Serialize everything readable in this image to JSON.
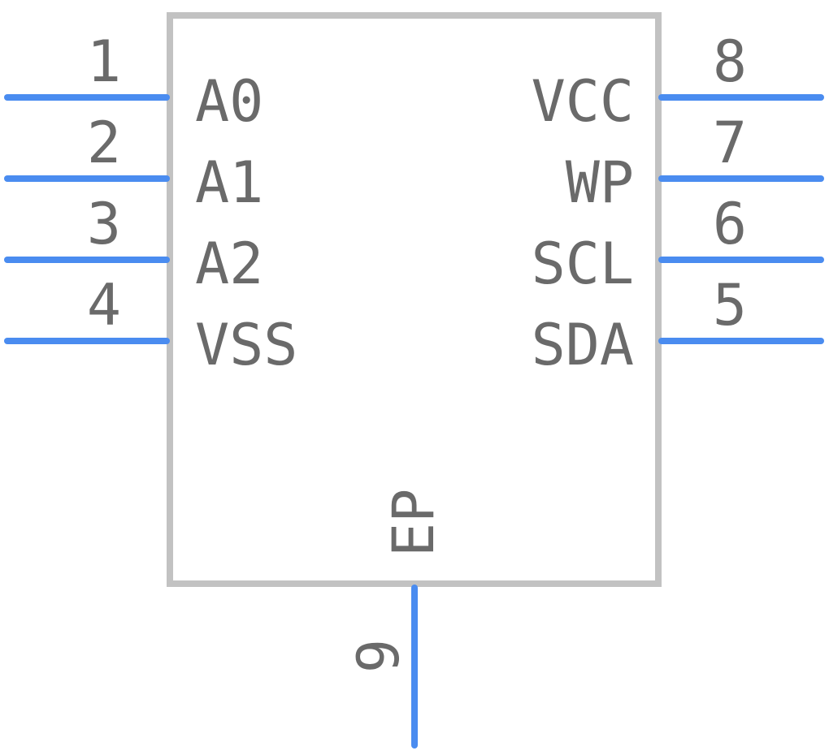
{
  "component": {
    "left_pins": [
      {
        "number": "1",
        "name": "A0"
      },
      {
        "number": "2",
        "name": "A1"
      },
      {
        "number": "3",
        "name": "A2"
      },
      {
        "number": "4",
        "name": "VSS"
      }
    ],
    "right_pins": [
      {
        "number": "8",
        "name": "VCC"
      },
      {
        "number": "7",
        "name": "WP"
      },
      {
        "number": "6",
        "name": "SCL"
      },
      {
        "number": "5",
        "name": "SDA"
      }
    ],
    "bottom_pin": {
      "number": "9",
      "name": "EP"
    }
  },
  "colors": {
    "pin": "#4a8cf0",
    "outline": "#c2c2c2",
    "text": "#6a6a6a"
  }
}
